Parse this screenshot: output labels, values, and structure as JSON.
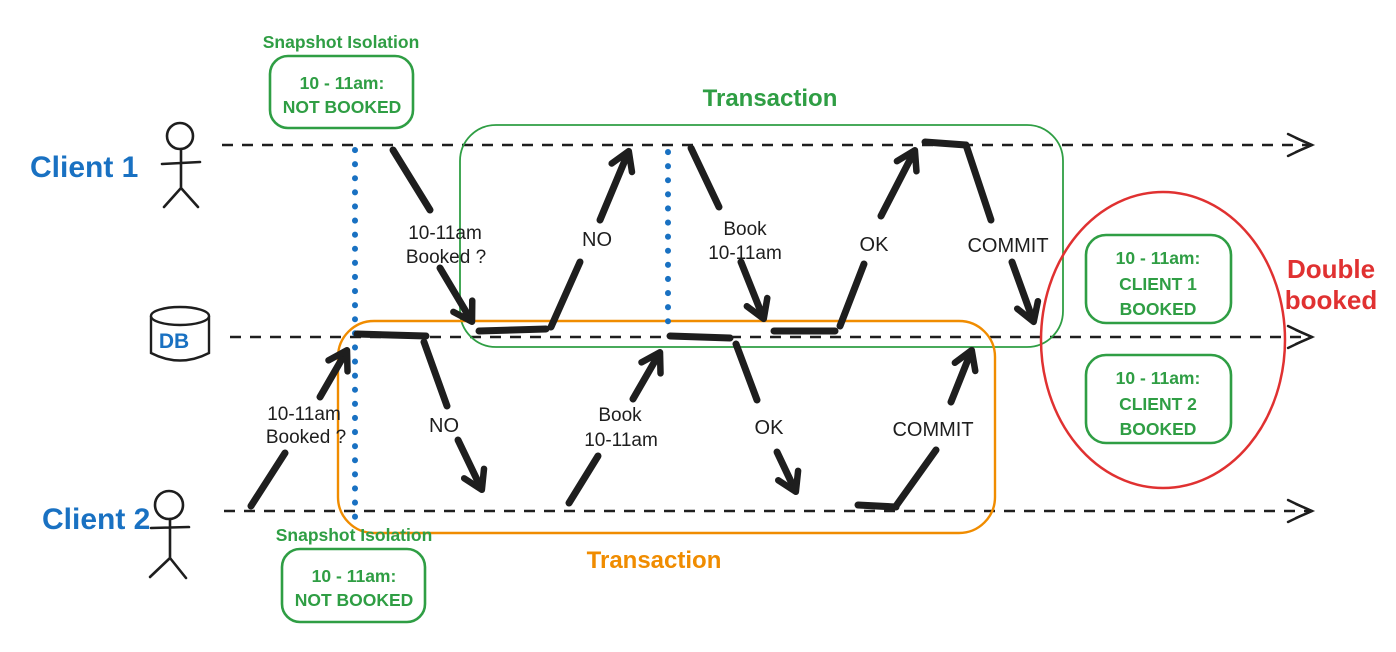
{
  "colors": {
    "blue": "#1971c2",
    "green": "#2f9e44",
    "orange": "#f08c00",
    "red": "#e03131",
    "black": "#1e1e1e"
  },
  "actors": {
    "client1": "Client 1",
    "client2": "Client 2",
    "db": "DB"
  },
  "snapshot_isolation_top": {
    "title": "Snapshot Isolation",
    "box_line1": "10 - 11am:",
    "box_line2": "NOT BOOKED"
  },
  "snapshot_isolation_bottom": {
    "title": "Snapshot Isolation",
    "box_line1": "10 - 11am:",
    "box_line2": "NOT BOOKED"
  },
  "transactions": {
    "client1_label": "Transaction",
    "client2_label": "Transaction"
  },
  "client1_flow": {
    "query_line1": "10-11am",
    "query_line2": "Booked ?",
    "response_no": "NO",
    "book_line1": "Book",
    "book_line2": "10-11am",
    "response_ok": "OK",
    "commit": "COMMIT"
  },
  "client2_flow": {
    "query_line1": "10-11am",
    "query_line2": "Booked ?",
    "response_no": "NO",
    "book_line1": "Book",
    "book_line2": "10-11am",
    "response_ok": "OK",
    "commit": "COMMIT"
  },
  "outcome": {
    "double_booked_line1": "Double",
    "double_booked_line2": "booked",
    "client1_box": {
      "line1": "10 - 11am:",
      "line2": "CLIENT 1",
      "line3": "BOOKED"
    },
    "client2_box": {
      "line1": "10 - 11am:",
      "line2": "CLIENT 2",
      "line3": "BOOKED"
    }
  }
}
